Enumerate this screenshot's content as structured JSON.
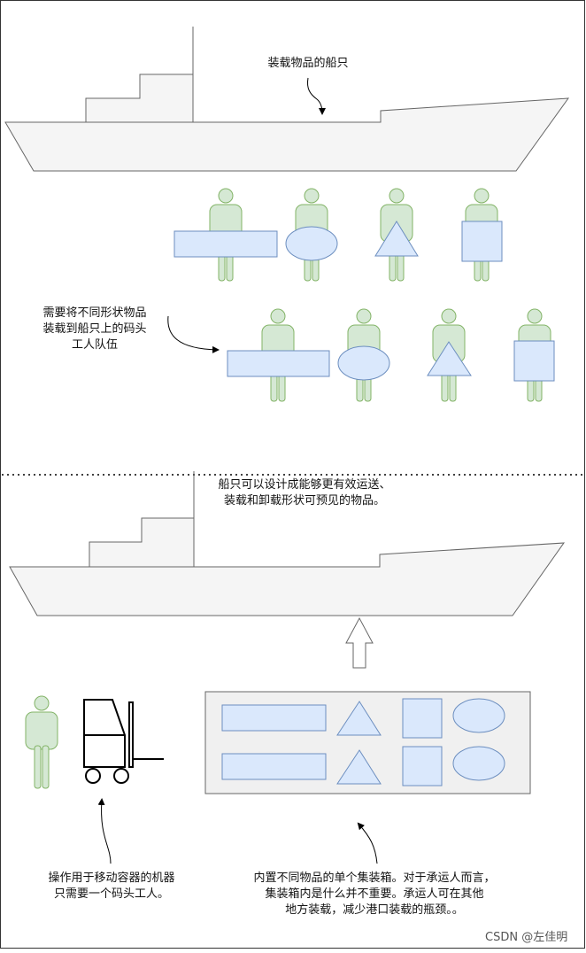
{
  "top": {
    "ship_caption": "装载物品的船只",
    "workers_caption": [
      "需要将不同形状物品",
      "装载到船只上的码头",
      "工人队伍"
    ]
  },
  "bottom": {
    "ship_caption": [
      "船只可以设计成能够更有效运送、",
      "装载和卸载形状可预见的物品。"
    ],
    "forklift_caption": [
      "操作用于移动容器的机器",
      "只需要一个码头工人。"
    ],
    "container_caption": [
      "内置不同物品的单个集装箱。对于承运人而言，",
      "集装箱内是什么并不重要。承运人可在其他",
      "地方装载，减少港口装载的瓶颈。。"
    ]
  },
  "watermark": "CSDN @左佳明",
  "colors": {
    "person_fill": "#d5e8d4",
    "person_stroke": "#82b366",
    "item_fill": "#dae8fc",
    "item_stroke": "#6c8ebf",
    "ship_fill": "#f5f5f5",
    "ship_stroke": "#666666"
  }
}
